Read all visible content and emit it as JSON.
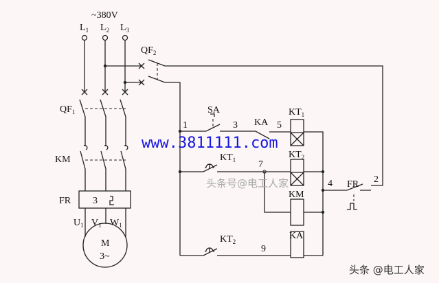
{
  "supply": {
    "voltage": "~380V",
    "phases": [
      {
        "name": "L",
        "sub": "1"
      },
      {
        "name": "L",
        "sub": "2"
      },
      {
        "name": "L",
        "sub": "3"
      }
    ]
  },
  "components": {
    "qf1": {
      "name": "QF",
      "sub": "1"
    },
    "qf2": {
      "name": "QF",
      "sub": "2"
    },
    "km": "KM",
    "fr": "FR",
    "fr_box": "3",
    "motor": {
      "label": "M",
      "type": "3~"
    },
    "terminals": [
      {
        "name": "U",
        "sub": "1"
      },
      {
        "name": "V",
        "sub": "1"
      },
      {
        "name": "W",
        "sub": "1"
      }
    ],
    "sa": "SA",
    "ka_contact": "KA",
    "kt1_contact": {
      "name": "KT",
      "sub": "1"
    },
    "kt2_contact": {
      "name": "KT",
      "sub": "2"
    },
    "kt1_coil": {
      "name": "KT",
      "sub": "1"
    },
    "kt2_coil": {
      "name": "KT",
      "sub": "2"
    },
    "km_coil": "KM",
    "ka_coil": "KA",
    "fr_contact": "FR"
  },
  "nodes": [
    "1",
    "2",
    "3",
    "4",
    "5",
    "7",
    "9"
  ],
  "watermarks": {
    "url": "www.3811111.com",
    "center": "头条号@电工人家",
    "corner": "头条 @电工人家"
  }
}
